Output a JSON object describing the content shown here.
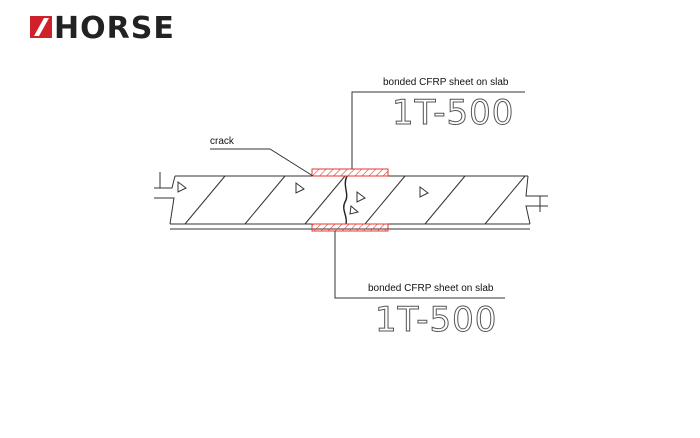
{
  "logo": {
    "text": "HORSE",
    "brand_color": "#d0202a",
    "text_color": "#222222"
  },
  "annotations": {
    "top_sheet_label": "bonded CFRP sheet on slab",
    "top_sheet_spec": "1T-500",
    "crack_label": "crack",
    "bottom_sheet_label": "bonded CFRP sheet on slab",
    "bottom_sheet_spec": "1T-500"
  },
  "colors": {
    "cfrp": "#e53935",
    "line": "#333333"
  }
}
